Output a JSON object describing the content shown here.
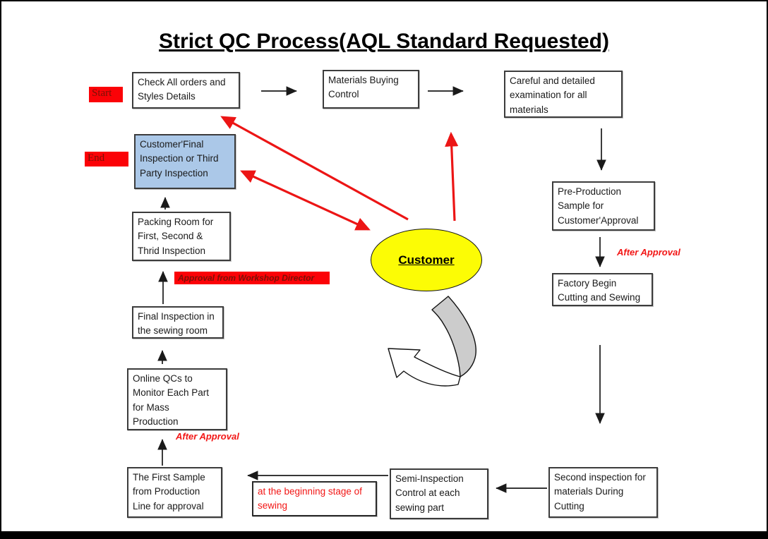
{
  "title": "Strict QC Process(AQL Standard Requested)",
  "nodes": {
    "check_orders": "Check All orders and\nStyles Details",
    "materials_buying": "Materials Buying\nControl",
    "careful_exam": "Careful and detailed\nexamination for all\nmaterials",
    "customer_final": "Customer'Final\nInspection or Third\nParty Inspection",
    "packing_room": "Packing Room for\nFirst, Second &\nThrid Inspection",
    "final_inspection": "Final Inspection in\nthe sewing room",
    "online_qcs": "Online QCs to\nMonitor Each Part\nfor Mass\nProduction",
    "first_sample": "The First Sample\nfrom Production\nLine for approval",
    "beginning_stage": "at the beginning stage of\nsewing",
    "semi_inspection": "Semi-Inspection\nControl at each\nsewing part",
    "second_inspection": "Second inspection for\nmaterials During\nCutting",
    "pre_production": "Pre-Production\nSample for\nCustomer'Approval",
    "factory_begin": "Factory Begin\nCutting and Sewing",
    "customer": "Customer"
  },
  "labels": {
    "start": "Start",
    "end": "End",
    "approval_workshop": "Approval from Workshop Director",
    "after_approval_left": "After Approval",
    "after_approval_right": "After Approval"
  },
  "colors": {
    "label_bg_red": "#fb0207",
    "label_text_dark_red": "#7a1106",
    "annotation_red": "#f21615",
    "arrow_red": "#ec1515",
    "customer_fill_yellow": "#fcfc05",
    "end_node_fill_blue": "#abc8e8",
    "curved_arrow_gray": "#cccccc"
  }
}
